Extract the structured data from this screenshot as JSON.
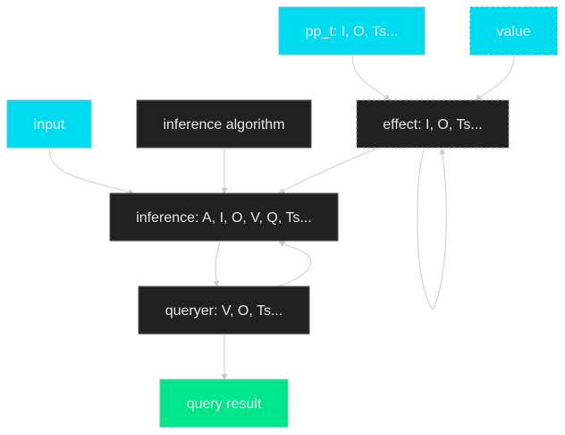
{
  "colors": {
    "cyan": "#00dbf0",
    "dark": "#212121",
    "green": "#00e68c",
    "edge": "#cccccc",
    "text_light": "#e6e6e6"
  },
  "nodes": {
    "pp_t": {
      "label": "pp_t: I, O, Ts..."
    },
    "value": {
      "label": "value"
    },
    "input": {
      "label": "input"
    },
    "inference_algorithm": {
      "label": "inference algorithm"
    },
    "effect": {
      "label": "effect: I, O, Ts..."
    },
    "inference": {
      "label": "inference: A, I, O, V, Q, Ts..."
    },
    "queryer": {
      "label": "queryer: V, O, Ts..."
    },
    "query_result": {
      "label": "query result"
    }
  }
}
